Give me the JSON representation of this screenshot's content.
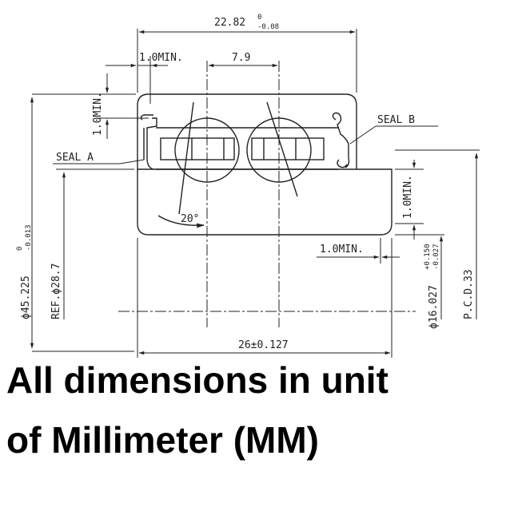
{
  "dimensions": {
    "overall_width": "22.82",
    "overall_width_tol_upper": "0",
    "overall_width_tol_lower": "-0.08",
    "seal_min_left": "1.0MIN.",
    "ball_spacing": "7.9",
    "min_vertical_left": "1.0MIN.",
    "seal_a": "SEAL A",
    "seal_b": "SEAL B",
    "contact_angle": "20°",
    "min_vertical_right": "1.0MIN.",
    "min_horizontal_right": "1.0MIN.",
    "outer_diameter": "ϕ45.225",
    "outer_diameter_tol_upper": "0",
    "outer_diameter_tol_lower": "-0.013",
    "ref_diameter": "REF.ϕ28.7",
    "bore_diameter": "ϕ16.027",
    "bore_tol_upper": "+0.150",
    "bore_tol_lower": "-0.027",
    "pcd": "P.C.D.33",
    "inner_width": "26±0.127"
  },
  "caption": {
    "line1": "All dimensions in unit",
    "line2": "of Millimeter (MM)"
  },
  "colors": {
    "line": "#222222",
    "text": "#000000",
    "background": "#ffffff"
  }
}
